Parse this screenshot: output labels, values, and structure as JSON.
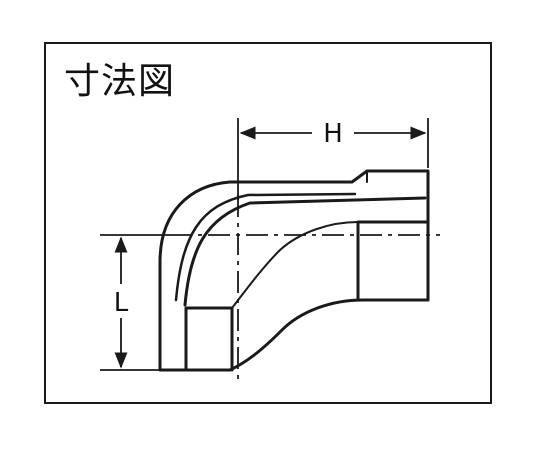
{
  "diagram": {
    "title": "寸法図",
    "dimensions": {
      "height_label": "H",
      "length_label": "L"
    },
    "colors": {
      "line": "#1a1a1a",
      "shade": "#555555",
      "background": "#ffffff"
    },
    "icons": {
      "part": "pipe-elbow-street-icon"
    }
  }
}
